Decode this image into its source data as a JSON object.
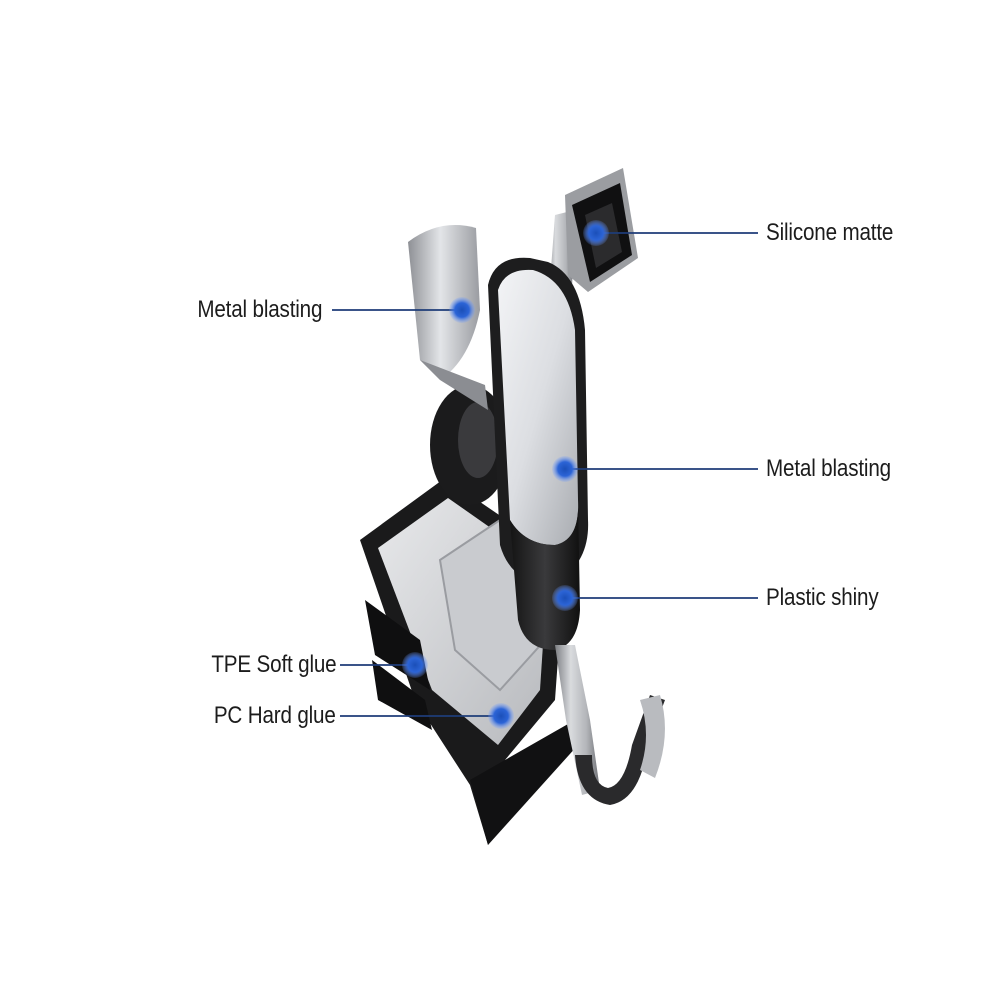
{
  "callouts": [
    {
      "id": "silicone-matte",
      "label": "Silicone matte"
    },
    {
      "id": "metal-blasting-top",
      "label": "Metal blasting"
    },
    {
      "id": "metal-blasting-center",
      "label": "Metal blasting"
    },
    {
      "id": "plastic-shiny",
      "label": "Plastic shiny"
    },
    {
      "id": "tpe-soft-glue",
      "label": "TPE Soft glue"
    },
    {
      "id": "pc-hard-glue",
      "label": "PC Hard glue"
    }
  ],
  "colors": {
    "marker": "#1b4fb8",
    "marker_glow": "#6f9bff",
    "leader_line": "#1e3c78",
    "text": "#1c1c1c"
  }
}
